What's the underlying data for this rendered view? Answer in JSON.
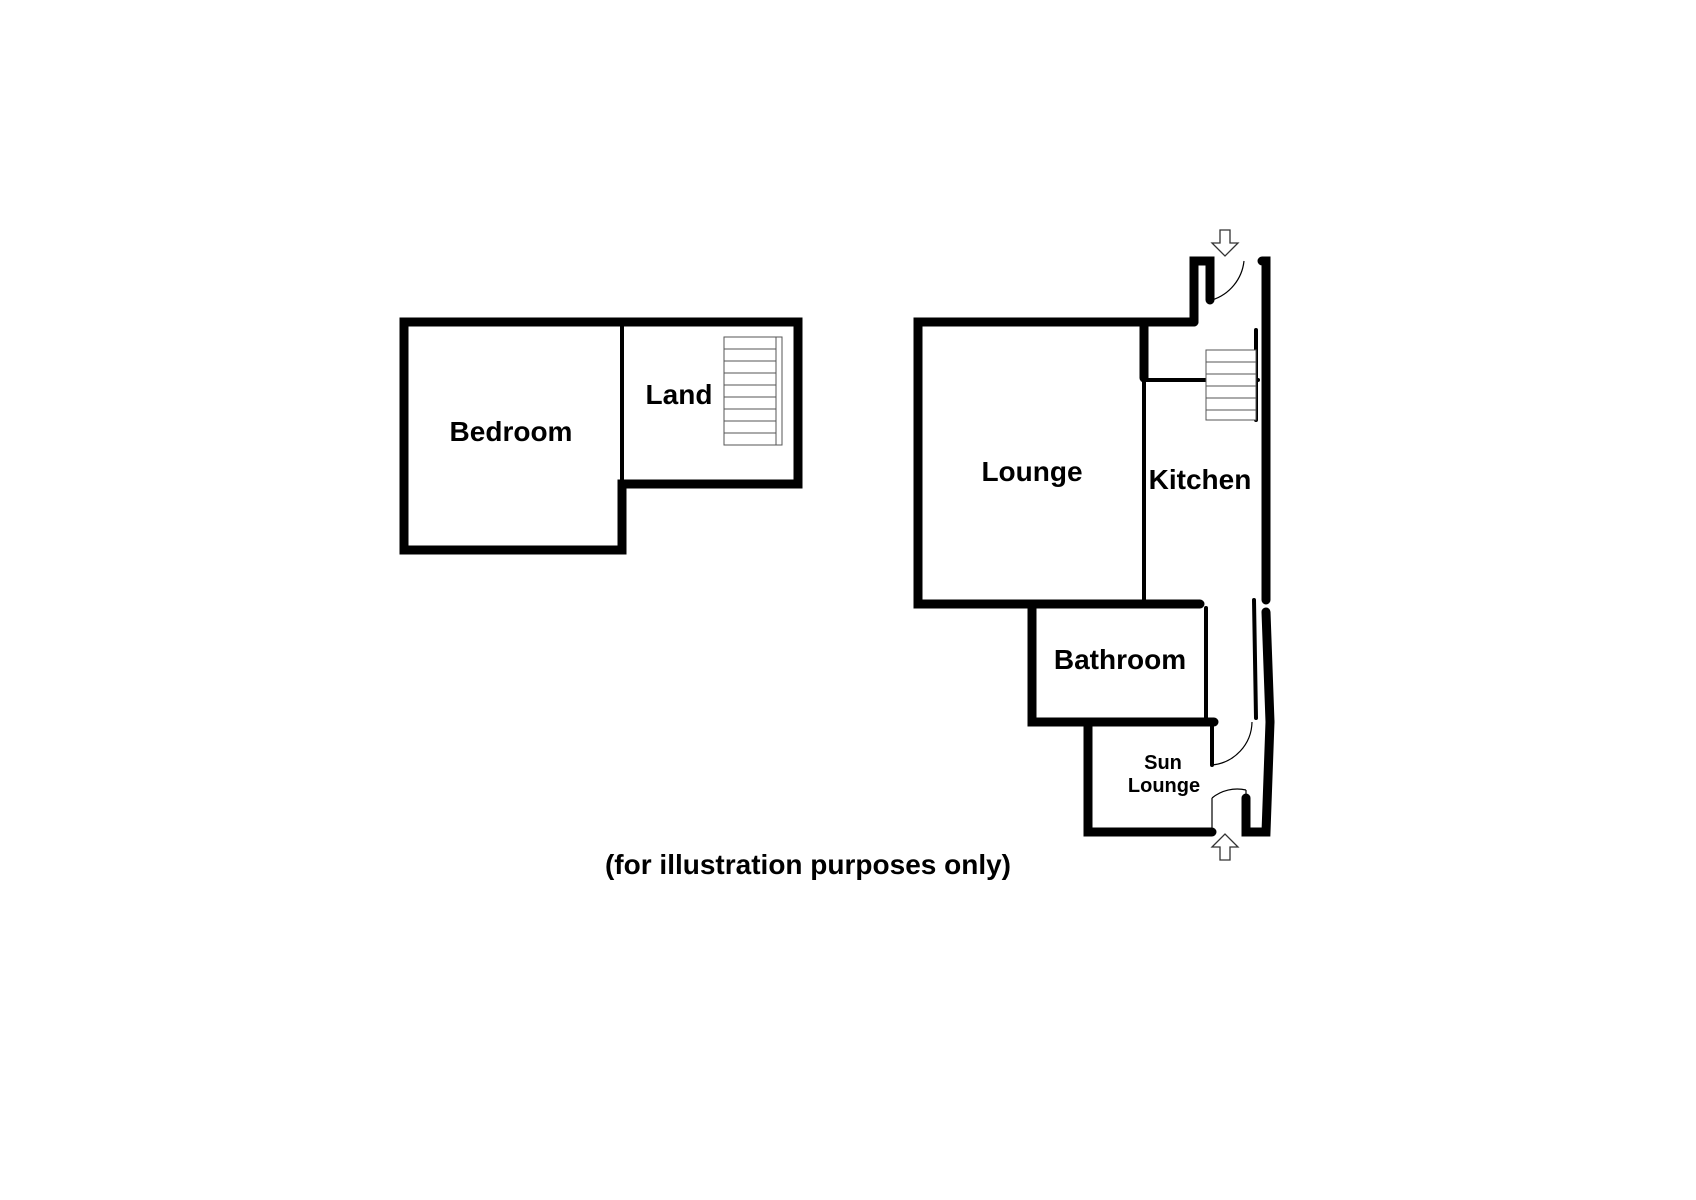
{
  "floorplan": {
    "upper_floor": {
      "rooms": {
        "bedroom": "Bedroom",
        "landing": "Land"
      }
    },
    "ground_floor": {
      "rooms": {
        "lounge": "Lounge",
        "kitchen": "Kitchen",
        "bathroom": "Bathroom",
        "sun_lounge_line1": "Sun",
        "sun_lounge_line2": "Lounge"
      }
    },
    "caption": "(for illustration purposes only)",
    "colors": {
      "wall": "#000000",
      "background": "#ffffff"
    }
  }
}
